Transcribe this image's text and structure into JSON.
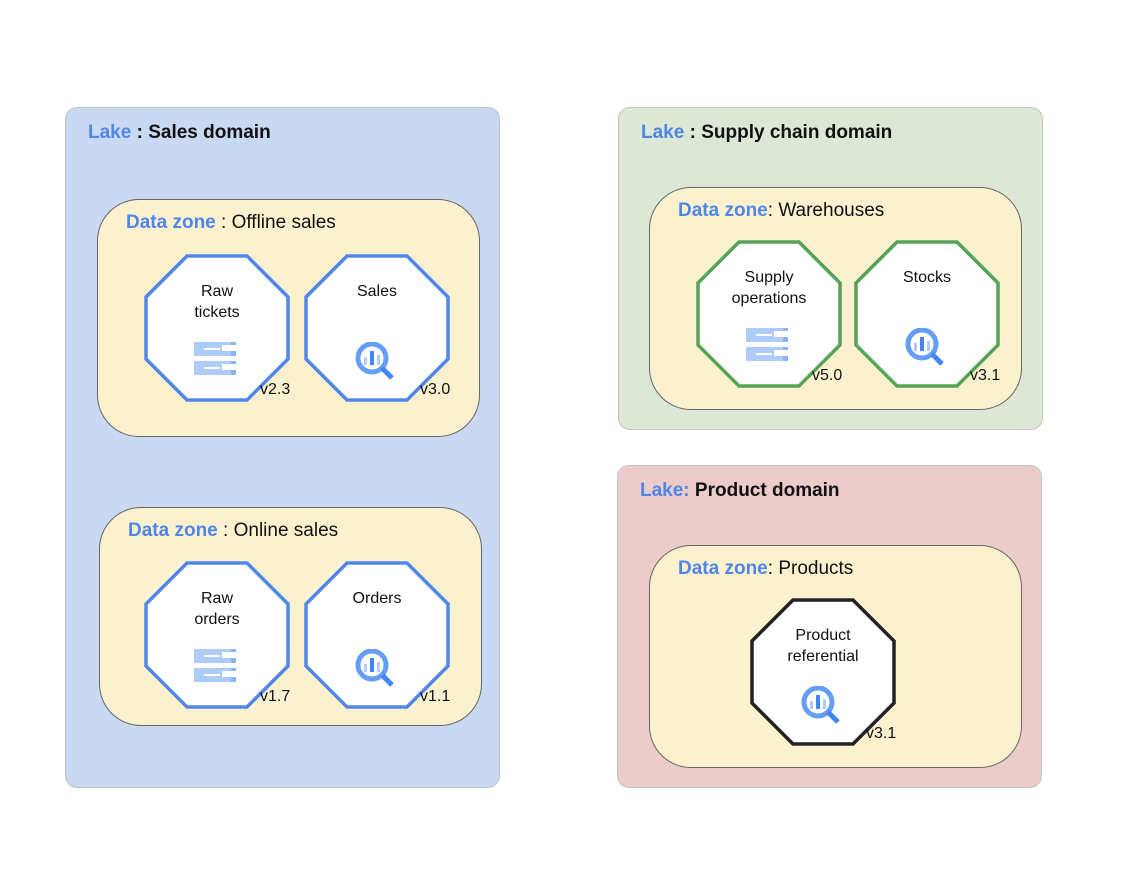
{
  "colors": {
    "keyword": "#4f86ec",
    "sales_lake": "#c9d8f3",
    "supply_lake": "#dce8d5",
    "product_lake": "#ebcccb",
    "zone": "#fcf1cf",
    "asset_border_blue": "#5087ec",
    "asset_border_green": "#56a357",
    "asset_border_black": "#222222"
  },
  "lakes": [
    {
      "keyword": "Lake",
      "sep": " : ",
      "name": "Sales domain",
      "zones": [
        {
          "keyword": "Data zone",
          "sep": " : ",
          "name": "Offline sales",
          "assets": [
            {
              "label": "Raw\ntickets",
              "icon": "storage-icon",
              "version": "v2.3"
            },
            {
              "label": "Sales",
              "icon": "bigquery-icon",
              "version": "v3.0"
            }
          ]
        },
        {
          "keyword": "Data zone",
          "sep": " : ",
          "name": "Online sales",
          "assets": [
            {
              "label": "Raw\norders",
              "icon": "storage-icon",
              "version": "v1.7"
            },
            {
              "label": "Orders",
              "icon": "bigquery-icon",
              "version": "v1.1"
            }
          ]
        }
      ]
    },
    {
      "keyword": "Lake",
      "sep": " : ",
      "name": "Supply chain domain",
      "zones": [
        {
          "keyword": "Data zone",
          "sep": ": ",
          "name": "Warehouses",
          "assets": [
            {
              "label": "Supply\noperations",
              "icon": "storage-icon",
              "version": "v5.0"
            },
            {
              "label": "Stocks",
              "icon": "bigquery-icon",
              "version": "v3.1"
            }
          ]
        }
      ]
    },
    {
      "keyword": "Lake:",
      "sep": " ",
      "name": "Product domain",
      "zones": [
        {
          "keyword": "Data zone",
          "sep": ": ",
          "name": "Products",
          "assets": [
            {
              "label": "Product\nreferential",
              "icon": "bigquery-icon",
              "version": "v3.1"
            }
          ]
        }
      ]
    }
  ]
}
